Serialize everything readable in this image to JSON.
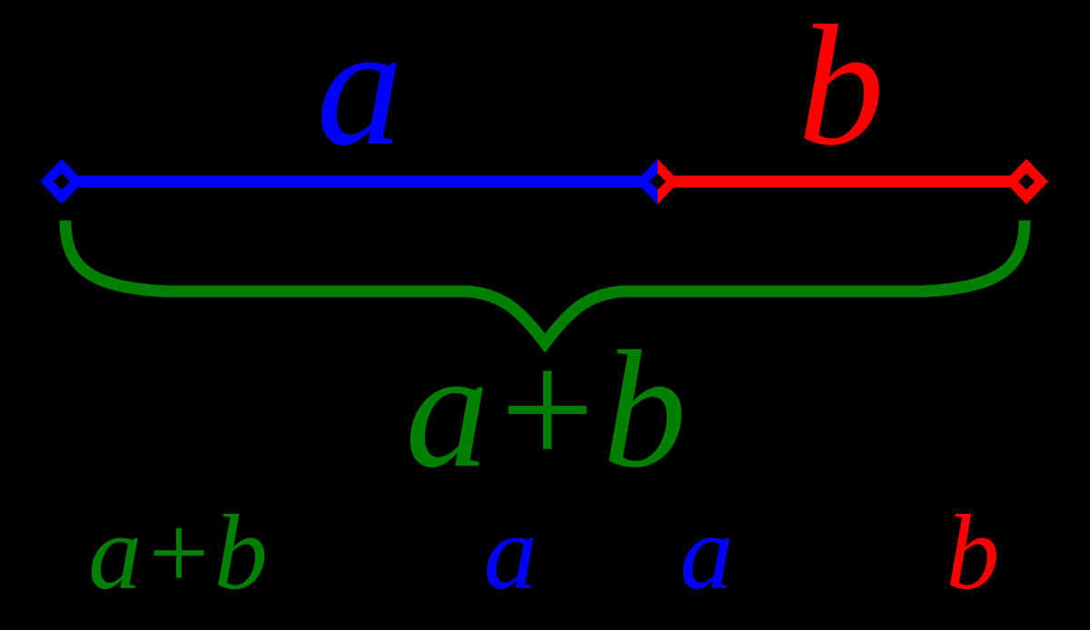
{
  "figure": {
    "background": "#000000",
    "colors": {
      "segment_a_blue": "#0000ff",
      "segment_b_red": "#ff0000",
      "sum_green": "#008000"
    },
    "segment_labels": {
      "a": "a",
      "b": "b"
    },
    "sum_label": "a+b",
    "equation_terms": [
      "a+b",
      "a",
      "a",
      "b"
    ]
  }
}
